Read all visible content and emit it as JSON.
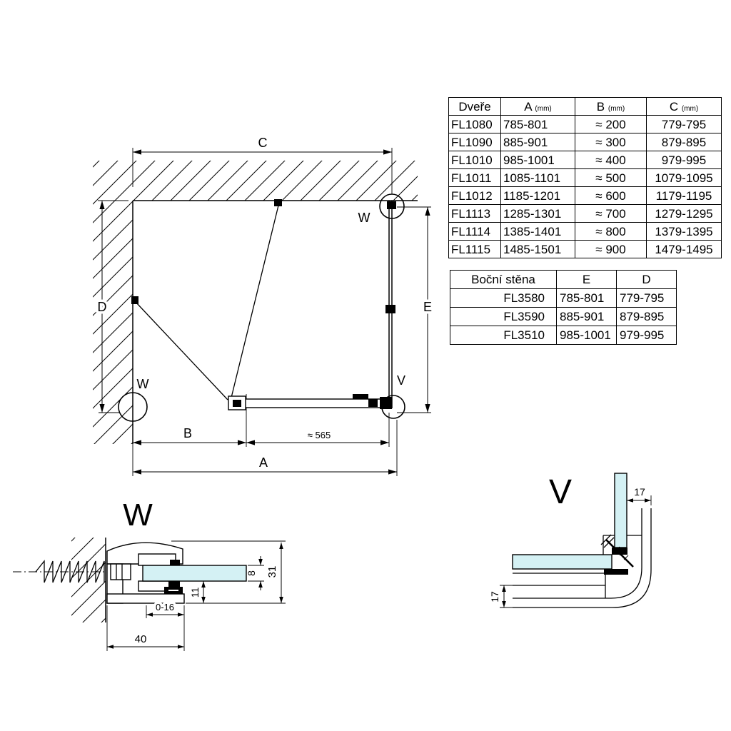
{
  "colors": {
    "glass": "#d4f1f4",
    "line": "#000000"
  },
  "doors_table": {
    "col0_header": "Dveře",
    "headers": [
      {
        "label": "A",
        "unit": "(mm)"
      },
      {
        "label": "B",
        "unit": "(mm)"
      },
      {
        "label": "C",
        "unit": "(mm)"
      }
    ],
    "rows": [
      {
        "model": "FL1080",
        "a": "785-801",
        "b": "≈ 200",
        "c": "779-795"
      },
      {
        "model": "FL1090",
        "a": "885-901",
        "b": "≈ 300",
        "c": "879-895"
      },
      {
        "model": "FL1010",
        "a": "985-1001",
        "b": "≈ 400",
        "c": "979-995"
      },
      {
        "model": "FL1011",
        "a": "1085-1101",
        "b": "≈ 500",
        "c": "1079-1095"
      },
      {
        "model": "FL1012",
        "a": "1185-1201",
        "b": "≈ 600",
        "c": "1179-1195"
      },
      {
        "model": "FL1113",
        "a": "1285-1301",
        "b": "≈ 700",
        "c": "1279-1295"
      },
      {
        "model": "FL1114",
        "a": "1385-1401",
        "b": "≈ 800",
        "c": "1379-1395"
      },
      {
        "model": "FL1115",
        "a": "1485-1501",
        "b": "≈ 900",
        "c": "1479-1495"
      }
    ]
  },
  "side_table": {
    "col0_header": "Boční stěna",
    "headers": [
      "E",
      "D"
    ],
    "rows": [
      {
        "model": "FL3580",
        "e": "785-801",
        "d": "779-795"
      },
      {
        "model": "FL3590",
        "e": "885-901",
        "d": "879-895"
      },
      {
        "model": "FL3510",
        "e": "985-1001",
        "d": "979-995"
      }
    ]
  },
  "plan": {
    "dim_c": "C",
    "dim_d": "D",
    "dim_e": "E",
    "dim_b": "B",
    "dim_a": "A",
    "dim_565": "≈ 565",
    "detail_w_top_label": "W",
    "detail_w_bottom_label": "W",
    "detail_v_label": "V"
  },
  "detail_w": {
    "title": "W",
    "dim_31": "31",
    "dim_8": "8",
    "dim_11": "11",
    "dim_range": "0-16",
    "dim_40": "40"
  },
  "detail_v": {
    "title": "V",
    "dim_17_top": "17",
    "dim_17_side": "17"
  }
}
